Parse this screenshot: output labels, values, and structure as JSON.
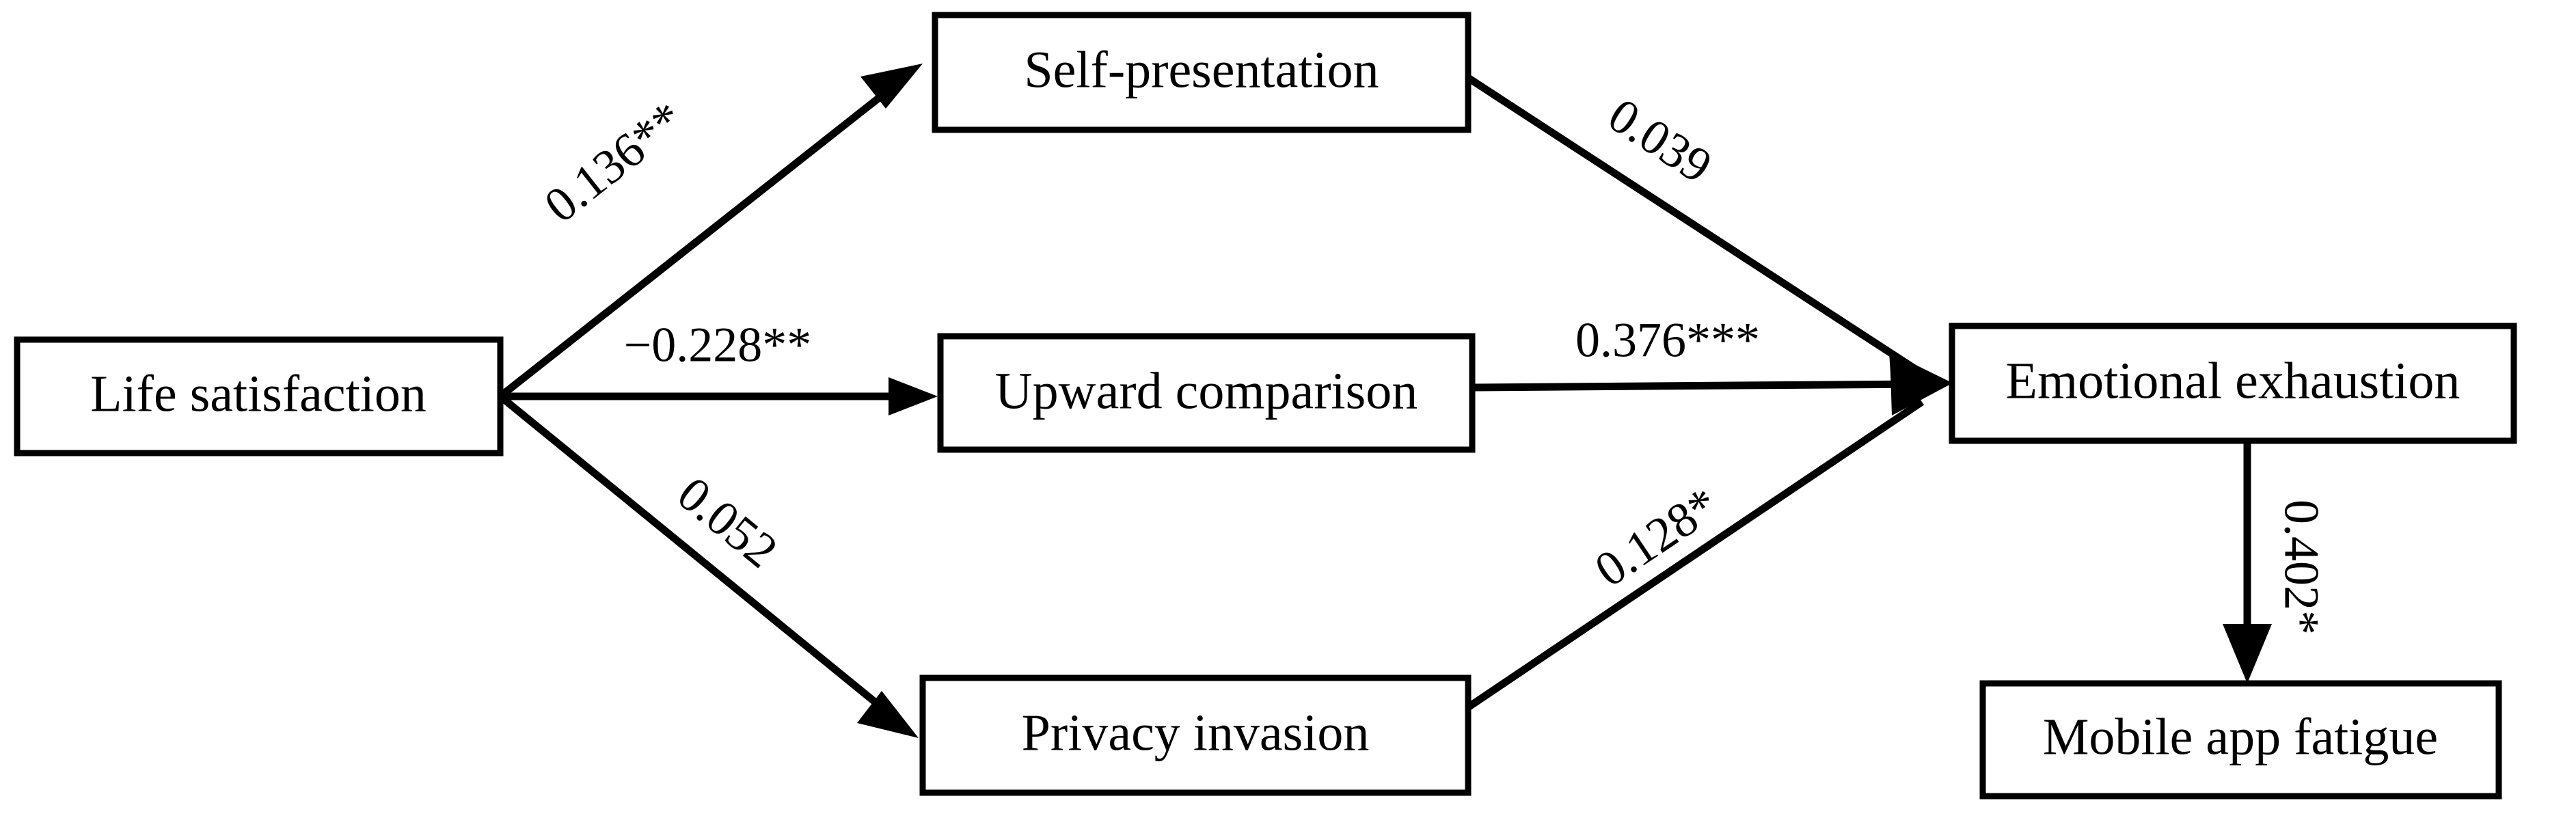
{
  "diagram": {
    "type": "path-model",
    "title": "",
    "background_color": "#ffffff",
    "line_color": "#000000",
    "node_fill": "#ffffff",
    "nodes": [
      {
        "id": "life_satisfaction",
        "label": "Life satisfaction"
      },
      {
        "id": "self_presentation",
        "label": "Self-presentation"
      },
      {
        "id": "upward_comparison",
        "label": "Upward comparison"
      },
      {
        "id": "privacy_invasion",
        "label": "Privacy invasion"
      },
      {
        "id": "emotional_exhaustion",
        "label": "Emotional exhaustion"
      },
      {
        "id": "mobile_app_fatigue",
        "label": "Mobile app fatigue"
      }
    ],
    "edges": [
      {
        "id": "ls_sp",
        "from": "life_satisfaction",
        "to": "self_presentation",
        "label": "0.136**",
        "coefficient": 0.136,
        "significance": "**",
        "significant": true
      },
      {
        "id": "ls_uc",
        "from": "life_satisfaction",
        "to": "upward_comparison",
        "label": "−0.228**",
        "coefficient": -0.228,
        "significance": "**",
        "significant": true
      },
      {
        "id": "ls_pi",
        "from": "life_satisfaction",
        "to": "privacy_invasion",
        "label": "0.052",
        "coefficient": 0.052,
        "significance": "",
        "significant": false
      },
      {
        "id": "sp_ee",
        "from": "self_presentation",
        "to": "emotional_exhaustion",
        "label": "0.039",
        "coefficient": 0.039,
        "significance": "",
        "significant": false
      },
      {
        "id": "uc_ee",
        "from": "upward_comparison",
        "to": "emotional_exhaustion",
        "label": "0.376***",
        "coefficient": 0.376,
        "significance": "***",
        "significant": true
      },
      {
        "id": "pi_ee",
        "from": "privacy_invasion",
        "to": "emotional_exhaustion",
        "label": "0.128*",
        "coefficient": 0.128,
        "significance": "*",
        "significant": true
      },
      {
        "id": "ee_maf",
        "from": "emotional_exhaustion",
        "to": "mobile_app_fatigue",
        "label": "0.402*",
        "coefficient": 0.402,
        "significance": "*",
        "significant": true
      }
    ]
  }
}
